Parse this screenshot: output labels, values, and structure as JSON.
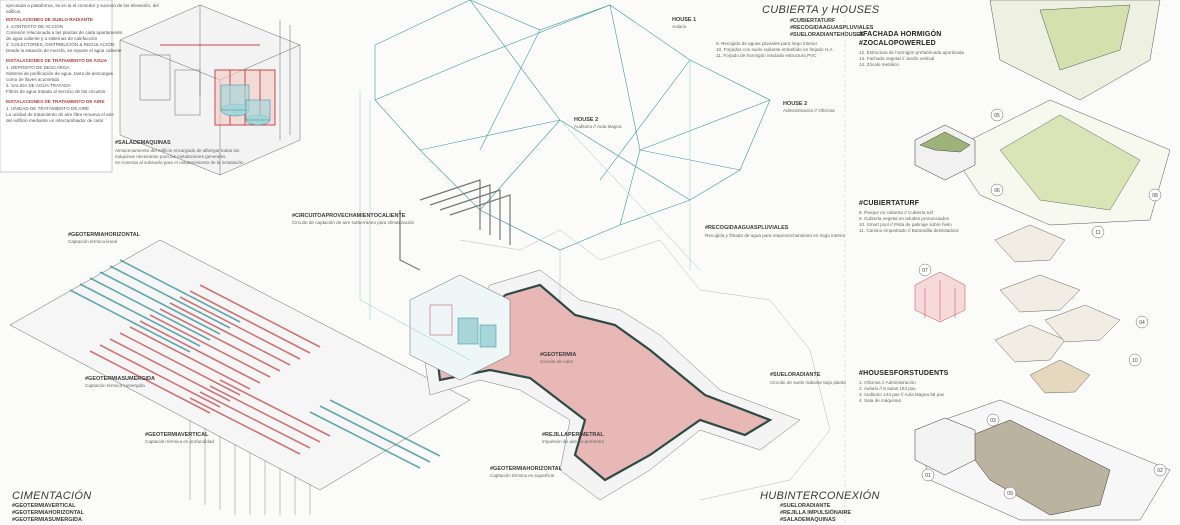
{
  "sheet": {
    "colors": {
      "accent_red": "#c5494a",
      "accent_teal": "#2c8e96",
      "accent_green": "#c3d68a",
      "line": "#555555"
    },
    "left_panel": {
      "intro": [
        "ejecutada a plataforma, se en la el comedor y sucioso de los elevación, del",
        "edificio."
      ],
      "sections": [
        {
          "heading": "INSTALACIONES DE SUELO RADIANTE",
          "lines": [
            "1. CONTEXTO DE ACCIÓN",
            "Conexión relacionada a las plantas de cada apartamento",
            "de agua caliente y a sistemas de calefacción",
            "2. COLECTORES, DISTRIBUCIÓN & REGULACIÓN",
            "Desde la estación de mezcla, se reparte el agua caliente"
          ]
        },
        {
          "heading": "INSTALACIONES DE TRATAMIENTO DE AGUA",
          "lines": [
            "1. DEPÓSITO DE DESCARGA",
            "Sistema de purificación de agua, tanto de descargas",
            "como de llaves acometida",
            "2. SALIDA DE AGUA TRATADA",
            "Filtros de agua tratada al servicio de las circuitos"
          ]
        },
        {
          "heading": "INSTALACIONES DE TRATAMIENTO DE AIRE",
          "lines": [
            "1. UNIDAD DE TRATAMIENTO DE AIRE",
            "La unidad de tratamiento de aire filtra renueva el aire",
            "del edificio mediante un intercambiador de calor"
          ]
        }
      ],
      "tag": "#SALADEMAQUINAS",
      "tag_lines": [
        "Almacenamiento del edificio encargado de albergar todas las",
        "máquinas necesarias para las instalaciones generales.",
        "Se conecta al subsuelo para el mantenimiento de la instalación"
      ]
    },
    "center_tags": [
      {
        "tag": "#CIRCUITOAPROVECHAMIENTOCALIENTE",
        "desc": "Circuito de captación de aire subterráneo para climatización"
      },
      {
        "tag": "#RECOGIDAAGUASPLUVIALES",
        "desc": "Recogida y filtrado de agua para reaprovechamiento en riego interior"
      },
      {
        "tag": "#GEOTERMIAHORIZONTAL",
        "desc": "Captación térmica lineal"
      },
      {
        "tag": "#GEOTERMIASUMERGIDA",
        "desc": "Captación térmica sumergida"
      },
      {
        "tag": "#GEOTERMIAVERTICAL",
        "desc": "Captación térmica en profundidad"
      },
      {
        "tag": "#GEOTERMIA",
        "desc": "Circuito de calor"
      },
      {
        "tag": "#SUELORADIANTE",
        "desc": "Circuito de suelo radiante bajo planta"
      },
      {
        "tag": "#REJILLAPERIMETRAL",
        "desc": "Impulsión de aire en perímetro"
      },
      {
        "tag": "#GEOTERMIAHORIZONTAL",
        "desc": "Captación térmica en superficie"
      }
    ],
    "cubierta": {
      "title": "CUBIERTA y HOUSES",
      "tags": [
        "#CUBIERTATURF",
        "#RECOGIDAAGUASPLUVIALES",
        "#SUELORADIANTEHOUSES"
      ],
      "lines": [
        "9. Recogida de aguas pluviales para riego interior",
        "10. Forjados con suelo radiante embebido en forjado H.A.",
        "11. Forjado de hormigón insulado estructura PVC"
      ],
      "house1": [
        "HOUSE 1",
        "Aulario"
      ],
      "house2": [
        "HOUSE 2",
        "Auditorio // Aula Magna"
      ],
      "house2b": [
        "HOUSE 2",
        "Administración // Oficinas"
      ]
    },
    "cimentacion": {
      "title": "CIMENTACIÓN",
      "tags": [
        "#GEOTERMIAVERTICAL",
        "#GEOTERMIAHORIZONTAL",
        "#GEOTERMIASUMERGIDA"
      ]
    },
    "hub": {
      "title": "HUBINTERCONEXIÓN",
      "tags": [
        "#SUELORADIANTE",
        "#REJILLA IMPULSIÓNAIRE",
        "#SALADEMAQUINAS"
      ]
    },
    "right_panel": {
      "fachada": {
        "tags": [
          "#FACHADA HORMIGÓN",
          "#ZOCALOPOWERLED"
        ],
        "lines": [
          "12. Estructura de hormigón prefabricada aporticada",
          "13. Fachada vegetal // Jardín vertical",
          "14. Zócalo metálico"
        ]
      },
      "cubiertaturf": {
        "tag": "#CUBIERTATURF",
        "lines": [
          "8. Parque en cubierta // Cubierta turf",
          "9. Cubierta vegetal en taludes pronunciados",
          "10. Smart pool // Pista de patinaje sobre hielo",
          "11. Camino empedrado // Barandilla delimitadora"
        ]
      },
      "houses": {
        "tag": "#HOUSESFORSTUDENTS",
        "lines": [
          "1. Oficinas // Administración",
          "2. Aulario // 6 aulas 153 pax",
          "3. Auditorio 144 pax // Aula Magna 68 pax",
          "4. Sala de máquinas"
        ]
      }
    },
    "labels": {
      "d01": "01",
      "d02": "02",
      "d03": "03",
      "d04": "04",
      "d05": "05",
      "d06": "06",
      "d07": "07",
      "d08": "08",
      "d09": "09",
      "d10": "10",
      "d11": "11"
    }
  }
}
